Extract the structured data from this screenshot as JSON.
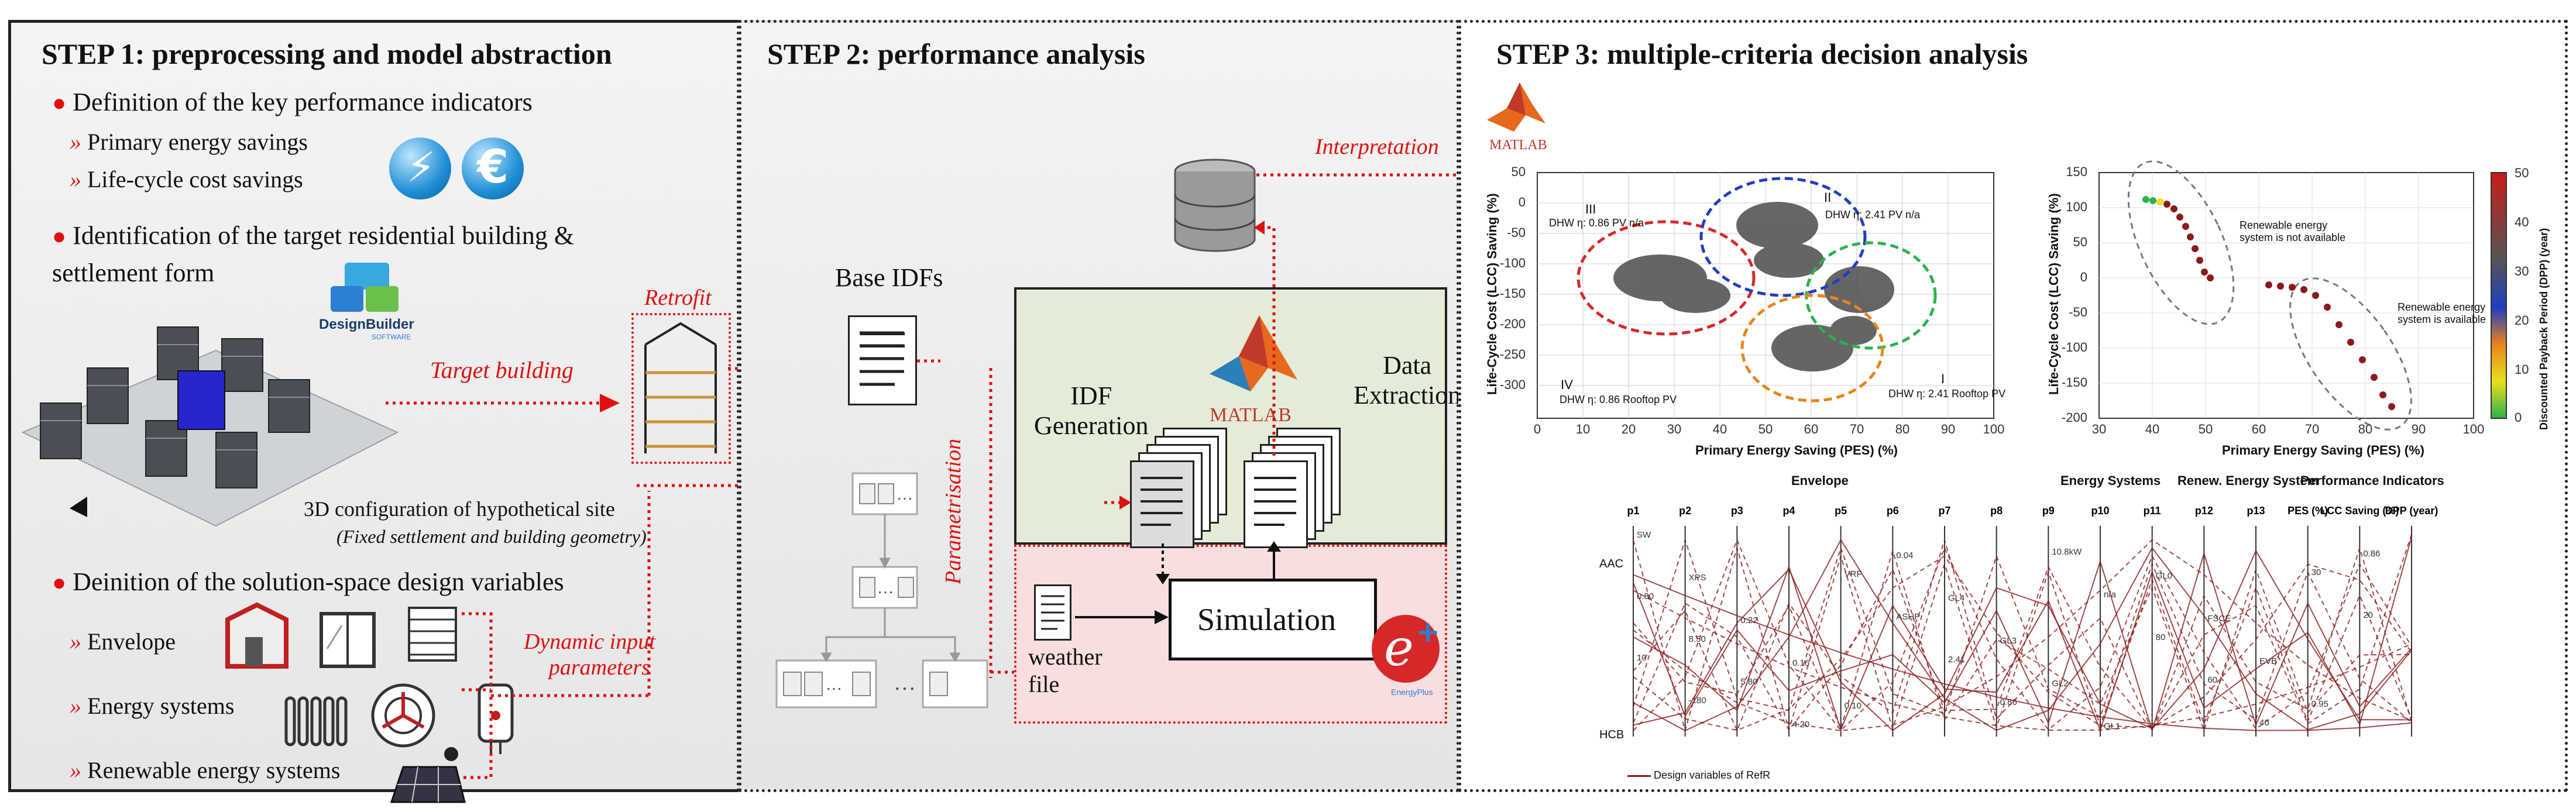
{
  "step1": {
    "title": "STEP 1: preprocessing and model abstraction",
    "kpi_heading": "Definition of the key performance indicators",
    "kpi_items": [
      "Primary energy savings",
      "Life-cycle cost savings"
    ],
    "target_heading_line1": "Identification of the target residential building &",
    "target_heading_line2": "settlement form",
    "designbuilder_label": "DesignBuilder",
    "designbuilder_sub": "SOFTWARE",
    "target_building_label": "Target building",
    "retrofit_label": "Retrofit",
    "site_caption_line1": "3D configuration of hypothetical site",
    "site_caption_line2": "(Fixed settlement and building geometry)",
    "design_vars_heading": "Deinition of the solution-space design variables",
    "design_var_items": [
      "Envelope",
      "Energy systems",
      "Renewable energy systems"
    ],
    "dynamic_input_line1": "Dynamic input",
    "dynamic_input_line2": "parameters"
  },
  "step2": {
    "title": "STEP 2: performance analysis",
    "base_idfs": "Base IDFs",
    "parametrisation": "Parametrisation",
    "idf_generation_line1": "IDF",
    "idf_generation_line2": "Generation",
    "data_extraction_line1": "Data",
    "data_extraction_line2": "Extraction",
    "matlab_label": "MATLAB",
    "simulation": "Simulation",
    "weather_file_line1": "weather",
    "weather_file_line2": "file",
    "energyplus_label": "EnergyPlus",
    "interpretation": "Interpretation",
    "tree_ellipsis": "..."
  },
  "step3": {
    "title": "STEP 3: multiple-criteria decision analysis",
    "matlab_label": "MATLAB",
    "chart_left": {
      "xlabel": "Primary Energy Saving (PES) (%)",
      "ylabel": "Life-Cycle Cost (LCC) Saving (%)",
      "xticks": [
        "0",
        "10",
        "20",
        "30",
        "40",
        "50",
        "60",
        "70",
        "80",
        "90",
        "100"
      ],
      "yticks": [
        "50",
        "0",
        "-50",
        "-100",
        "-150",
        "-200",
        "-250",
        "-300"
      ],
      "cluster_labels": [
        "I",
        "II",
        "III",
        "IV"
      ],
      "cluster_notes": [
        "DHW η: 2.41  Rooftop PV",
        "DHW η: 2.41  PV n/a",
        "DHW η: 0.86  PV n/a",
        "DHW η: 0.86  Rooftop PV"
      ]
    },
    "chart_right": {
      "xlabel": "Primary Energy Saving (PES) (%)",
      "ylabel": "Life-Cycle Cost (LCC) Saving (%)",
      "colorbar_label": "Discounted Payback Period (DPP) (year)",
      "xticks": [
        "30",
        "40",
        "50",
        "60",
        "70",
        "80",
        "90",
        "100"
      ],
      "yticks": [
        "150",
        "100",
        "50",
        "0",
        "-50",
        "-100",
        "-150",
        "-200"
      ],
      "colorbar_ticks": [
        "50",
        "40",
        "30",
        "20",
        "10",
        "0"
      ],
      "note_top": "Renewable energy system is not available",
      "note_bottom": "Renewable energy system is available"
    },
    "parallel": {
      "group_labels": [
        "Envelope",
        "Energy Systems",
        "Renew. Energy System",
        "Performance Indicators"
      ],
      "axes": [
        "p1",
        "p2",
        "p3",
        "p4",
        "p5",
        "p6",
        "p7",
        "p8",
        "p9",
        "p10",
        "p11",
        "p12",
        "p13",
        "PES (%)",
        "LCC Saving (%)",
        "DPP (year)"
      ],
      "row_labels": [
        "AAC",
        "HCB"
      ],
      "legend": "Design variables of RefR",
      "sample_ticks": [
        "SW",
        "XPS",
        "0.22",
        "0.16",
        "0.10",
        "0.04",
        "GL4",
        "GL3",
        "GL2",
        "GL1",
        "GL0",
        "FSCE",
        "EVB",
        "0.95",
        "0.86",
        "0.80",
        "8.50",
        "5.80",
        "4.20",
        "VRF",
        "ASHP",
        "2.41",
        "0.86",
        "10.8kW",
        "n/a",
        "80",
        "60",
        "40",
        "30",
        "20",
        "10",
        "-180"
      ]
    }
  },
  "colors": {
    "red": "#e01010",
    "matlab_orange": "#e8681c",
    "panel_green": "#e4ecd8",
    "panel_pink": "#f8dede"
  }
}
